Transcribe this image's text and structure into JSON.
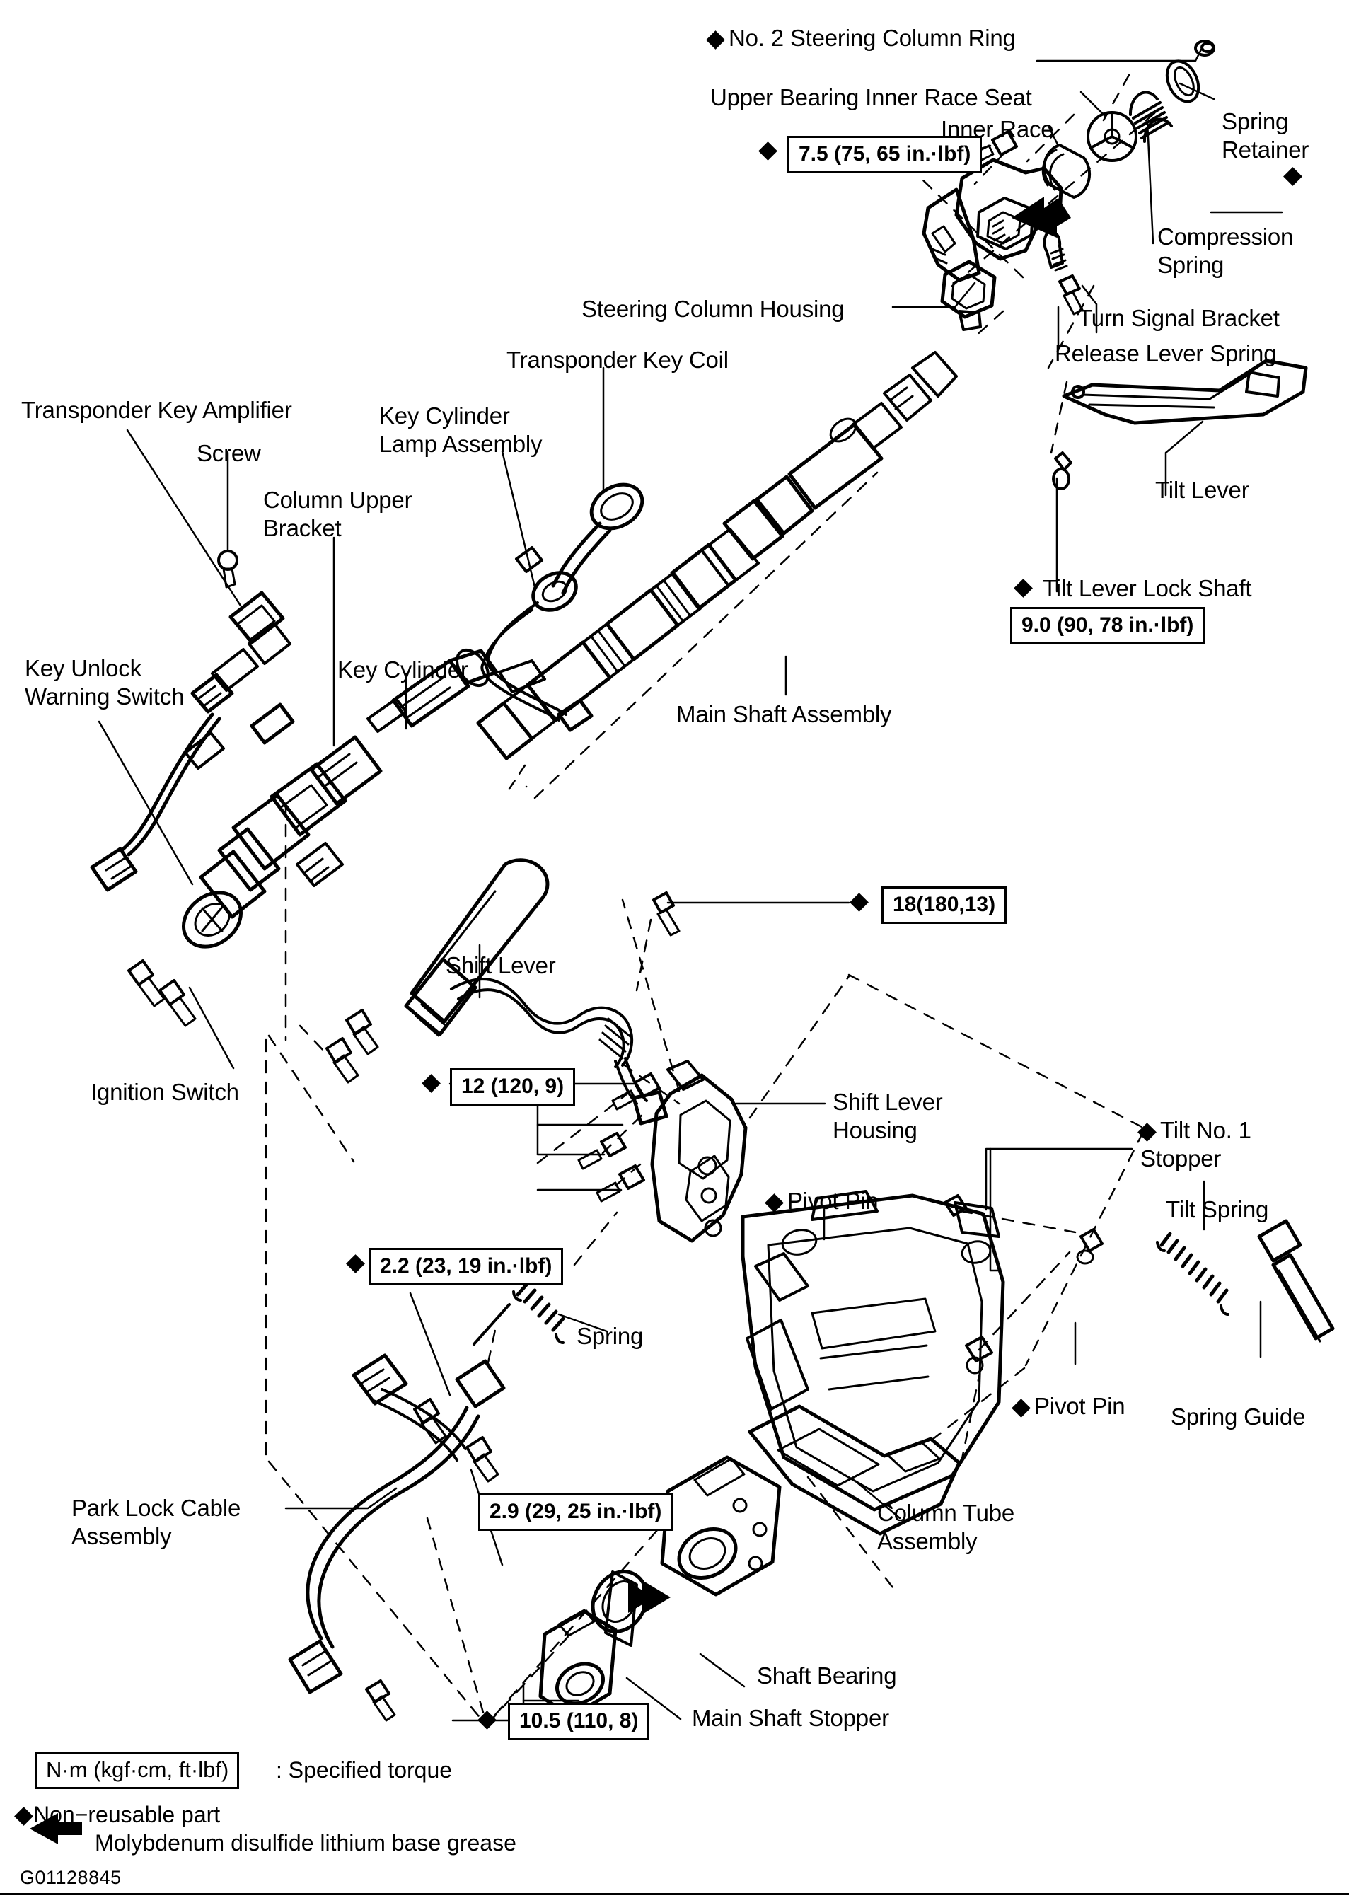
{
  "figure": {
    "id": "G01128845",
    "title": "Steering Column Assembly Exploded View"
  },
  "labels": {
    "no2_steering_column_ring": "No. 2 Steering Column Ring",
    "upper_bearing_inner_race_seat": "Upper Bearing Inner Race Seat",
    "inner_race": "Inner Race",
    "spring_retainer_l1": "Spring",
    "spring_retainer_l2": "Retainer",
    "compression_spring_l1": "Compression",
    "compression_spring_l2": "Spring",
    "steering_column_housing": "Steering Column Housing",
    "turn_signal_bracket": "Turn Signal Bracket",
    "release_lever_spring": "Release Lever Spring",
    "tilt_lever": "Tilt Lever",
    "tilt_lever_lock_shaft": "Tilt Lever Lock Shaft",
    "transponder_key_coil": "Transponder Key Coil",
    "transponder_key_amplifier": "Transponder Key Amplifier",
    "screw": "Screw",
    "key_cylinder_lamp_assembly_l1": "Key Cylinder",
    "key_cylinder_lamp_assembly_l2": "Lamp Assembly",
    "column_upper_bracket_l1": "Column Upper",
    "column_upper_bracket_l2": "Bracket",
    "key_unlock_warning_switch_l1": "Key Unlock",
    "key_unlock_warning_switch_l2": "Warning Switch",
    "key_cylinder": "Key Cylinder",
    "main_shaft_assembly": "Main Shaft Assembly",
    "ignition_switch": "Ignition Switch",
    "shift_lever": "Shift Lever",
    "shift_lever_housing_l1": "Shift Lever",
    "shift_lever_housing_l2": "Housing",
    "pivot_pin_upper": "Pivot Pin",
    "pivot_pin_lower": "Pivot Pin",
    "tilt_no1_stopper_l1": "Tilt No. 1",
    "tilt_no1_stopper_l2": "Stopper",
    "tilt_spring": "Tilt Spring",
    "spring_guide": "Spring Guide",
    "spring": "Spring",
    "park_lock_cable_assembly_l1": "Park Lock Cable",
    "park_lock_cable_assembly_l2": "Assembly",
    "column_tube_assembly_l1": "Column Tube",
    "column_tube_assembly_l2": "Assembly",
    "shaft_bearing": "Shaft Bearing",
    "main_shaft_stopper": "Main Shaft Stopper"
  },
  "torque_specs": {
    "upper_bearing": "7.5 (75, 65 in.·lbf)",
    "tilt_lever_lock_shaft": "9.0 (90, 78 in.·lbf)",
    "shift_lever_bolt": "18(180,13)",
    "shift_lever_housing": "12 (120, 9)",
    "park_lock_cable_upper": "2.2 (23, 19 in.·lbf)",
    "park_lock_cable_lower": "2.9 (29, 25 in.·lbf)",
    "main_shaft_stopper": "10.5 (110, 8)"
  },
  "legend": {
    "torque_units": "N·m (kgf·cm, ft·lbf)",
    "torque_meaning": ": Specified torque",
    "non_reusable": "Non−reusable part",
    "grease": "Molybdenum disulfide lithium base grease"
  },
  "markers": {
    "diamond_icon": "diamond-icon",
    "arrow_icon": "grease-arrow-icon"
  }
}
